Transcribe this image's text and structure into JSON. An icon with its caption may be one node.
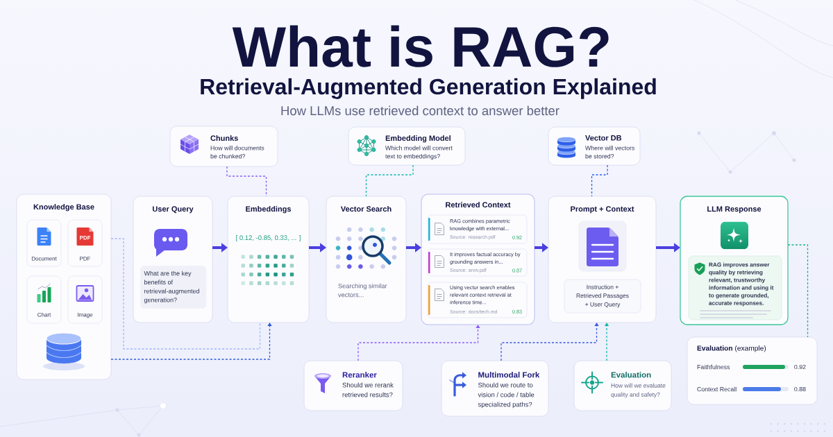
{
  "diagram": {
    "title": "What is RAG?",
    "nodes": [
      {
        "text": [
          "Chunks",
          "How will documents be chunked?"
        ]
      },
      {
        "text": [
          "Embedding Model",
          "Which model will convert text to embeddings?"
        ]
      },
      {
        "text": [
          "Vector DB",
          "Where will vectors be stored?"
        ]
      },
      {
        "text": [
          "Knowledge Base"
        ]
      },
      {
        "text": [
          "Document"
        ],
        "in": 3
      },
      {
        "text": [
          "PDF",
          "PDF"
        ],
        "in": 3
      },
      {
        "text": [
          "Chart"
        ],
        "in": 3
      },
      {
        "text": [
          "Image"
        ],
        "in": 3
      },
      {
        "text": [
          "User Query"
        ]
      },
      {
        "text": [
          "What are the key benefits of retrieval-augmented generation?"
        ],
        "in": 8
      },
      {
        "text": [
          "Embeddings",
          "[ 0.12, -0.85, 0.33, ... ]"
        ]
      },
      {
        "text": [
          "Vector Search",
          "Searching similar vectors..."
        ]
      },
      {
        "text": [
          "Retrieved Context"
        ]
      },
      {
        "text": [
          "RAG combines parametric knowledge with external...",
          "Source: research.pdf",
          "0.92"
        ],
        "in": 12
      },
      {
        "text": [
          "It improves factual accuracy by grounding answers in...",
          "Source: arxiv.pdf",
          "0.87"
        ],
        "in": 12
      },
      {
        "text": [
          "Using vector search enables relevant context retrieval at inference time...",
          "Source: docs/tech.md",
          "0.83"
        ],
        "in": 12
      },
      {
        "text": [
          "Prompt + Context"
        ]
      },
      {
        "text": [
          "Instruction + Retrieved Passages + User Query"
        ],
        "in": 16
      },
      {
        "text": [
          "LLM Response"
        ]
      },
      {
        "text": [
          "RAG improves answer quality by retrieving relevant, trustworthy information and using it to generate grounded, accurate responses."
        ],
        "in": 18
      },
      {
        "text": [
          "**Evaluation** (example)",
          "Faithfulness",
          "0.92",
          "Context Recall",
          "0.88"
        ]
      },
      {
        "text": [
          "Reranker",
          "Should we rerank retrieved results?"
        ]
      },
      {
        "text": [
          "Multimodal Fork",
          "Should we route to vision / code / table specialized paths?"
        ]
      },
      {
        "text": [
          "Evaluation",
          "How will we evaluate quality and safety?"
        ]
      }
    ],
    "edges": [
      {
        "from": 0,
        "to": 10,
        "arrow": "none",
        "style": "dashed",
        "color": "#8b5cf6"
      },
      {
        "from": 1,
        "to": 11,
        "arrow": "none",
        "style": "dashed",
        "color": "#14b8a6"
      },
      {
        "from": 2,
        "to": 16,
        "arrow": "none",
        "style": "dashed",
        "color": "#2563eb"
      },
      {
        "from": 8,
        "to": 10,
        "arrow": "to",
        "style": "thick"
      },
      {
        "from": 10,
        "to": 11,
        "arrow": "to",
        "style": "thick"
      },
      {
        "from": 11,
        "to": 12,
        "arrow": "to",
        "style": "thick"
      },
      {
        "from": 12,
        "to": 16,
        "arrow": "to",
        "style": "thick"
      },
      {
        "from": 16,
        "to": 18,
        "arrow": "to",
        "style": "thick"
      },
      {
        "from": 3,
        "to": 10,
        "arrow": "to",
        "style": "dashed",
        "color": "#2f5bd8"
      },
      {
        "from": 3,
        "to": 10,
        "arrow": "none",
        "style": "dashed",
        "color": "#a5b4fc"
      },
      {
        "from": 18,
        "to": 20,
        "arrow": "none",
        "style": "dashed",
        "color": "#10b981"
      },
      {
        "from": 21,
        "to": 12,
        "arrow": "to",
        "style": "dashed",
        "color": "#8b5cf6"
      },
      {
        "from": 22,
        "to": 16,
        "arrow": "to",
        "style": "dashed",
        "color": "#3b5bdb"
      },
      {
        "from": 23,
        "to": 16,
        "arrow": "to",
        "style": "dashed",
        "color": "#14b8a6"
      }
    ],
    "labels": [
      "Retrieval-Augmented Generation Explained",
      "How LLMs use retrieved context to answer better"
    ]
  }
}
